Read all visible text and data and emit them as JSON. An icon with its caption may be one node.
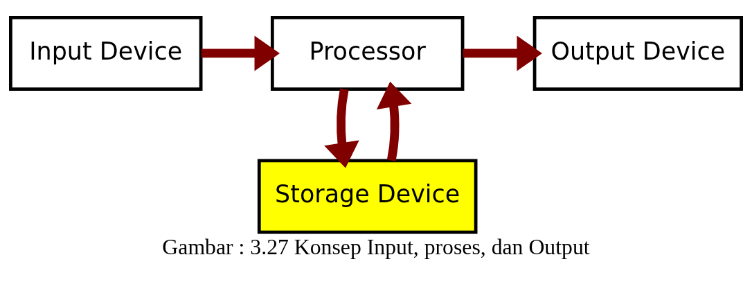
{
  "diagram": {
    "caption": "Gambar : 3.27 Konsep Input, proses, dan Output",
    "nodes": [
      {
        "text": [
          "Input Device"
        ]
      },
      {
        "text": [
          "Processor"
        ]
      },
      {
        "text": [
          "Output Device"
        ]
      },
      {
        "text": [
          "Storage Device"
        ]
      }
    ],
    "edges": [
      {
        "from": 0,
        "to": 1,
        "arrow": "to"
      },
      {
        "from": 1,
        "to": 2,
        "arrow": "to"
      },
      {
        "from": 3,
        "to": 1,
        "arrow": "to"
      },
      {
        "from": 1,
        "to": 3,
        "arrow": "to"
      }
    ]
  }
}
